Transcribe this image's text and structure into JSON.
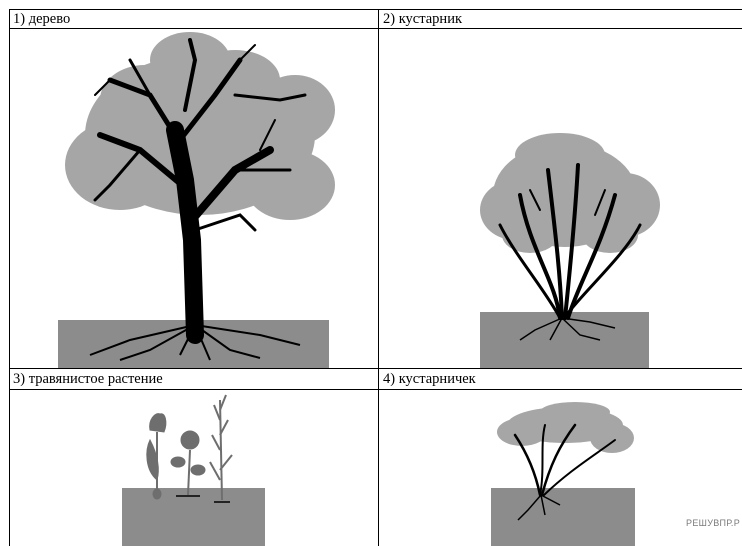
{
  "cells": [
    {
      "label": "1) дерево",
      "illustration": "tree-icon"
    },
    {
      "label": "2) кустарник",
      "illustration": "shrub-icon"
    },
    {
      "label": "3) травянистое растение",
      "illustration": "herbaceous-plant-icon"
    },
    {
      "label": "4) кустарничек",
      "illustration": "subshrub-icon"
    }
  ],
  "watermark": "РЕШУВПР.Р",
  "colors": {
    "foliage": "#a6a6a6",
    "ground": "#8c8c8c",
    "trunk": "#000000",
    "plant": "#6e6e6e"
  }
}
